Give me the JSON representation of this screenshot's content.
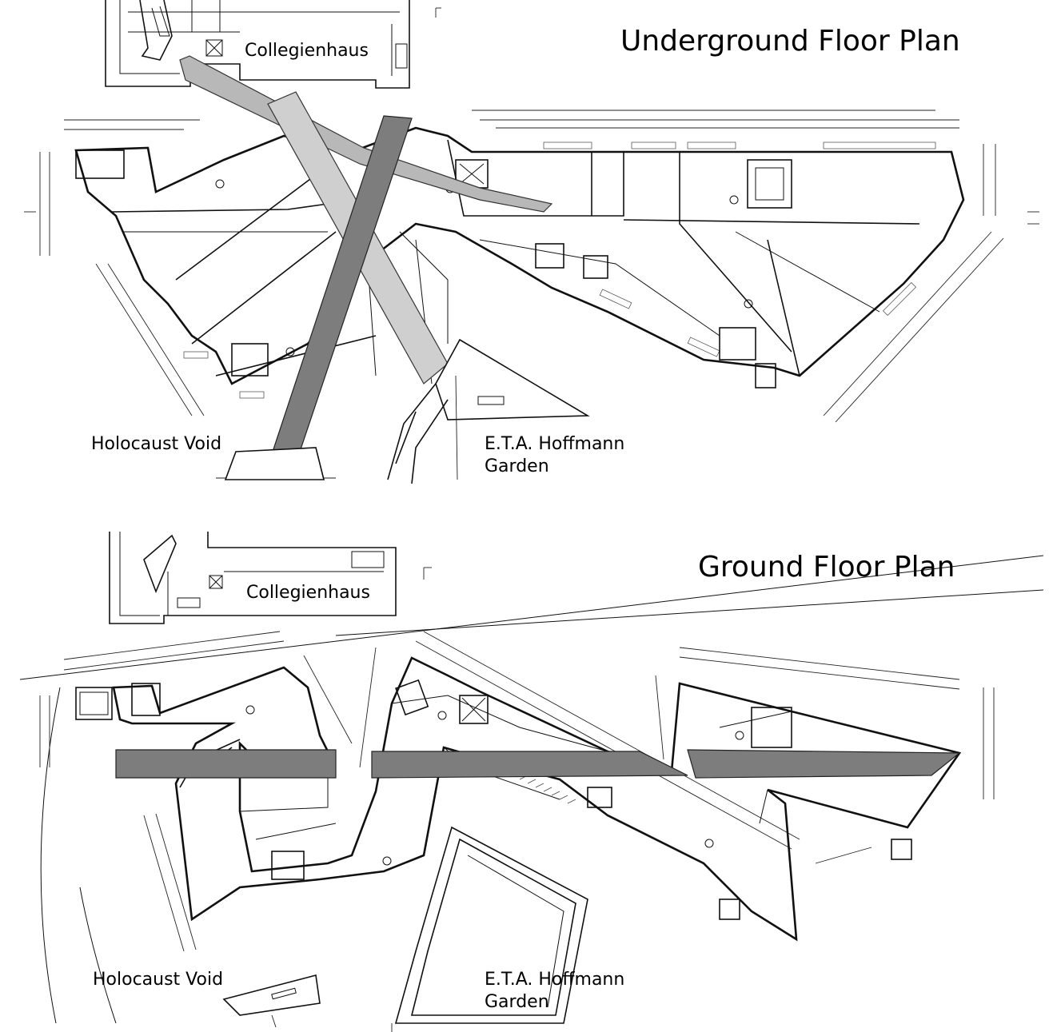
{
  "underground": {
    "title": "Underground Floor Plan",
    "collegienhaus": "Collegienhaus",
    "holocaust_void": "Holocaust Void",
    "garden": {
      "line1": "E.T.A. Hoffmann",
      "line2": "Garden"
    }
  },
  "ground": {
    "title": "Ground Floor Plan",
    "collegienhaus": "Collegienhaus",
    "holocaust_void": "Holocaust Void",
    "garden": {
      "line1": "E.T.A. Hoffmann",
      "line2": "Garden"
    }
  },
  "colors": {
    "void_fill": "#7d7d7d",
    "axis_fill": "#b8b8b8",
    "line": "#111111",
    "background": "#ffffff"
  }
}
